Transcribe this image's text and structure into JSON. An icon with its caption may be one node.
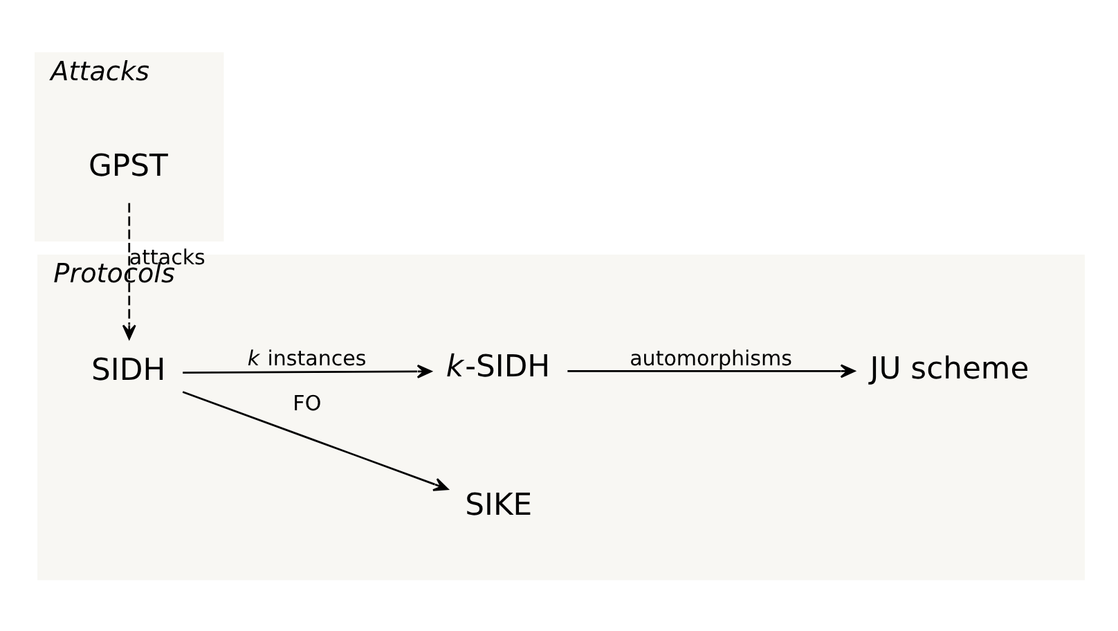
{
  "diagram": {
    "nodes": [
      {
        "text": [
          "Protocols"
        ]
      },
      {
        "text": [
          "SIDH"
        ],
        "in": 0
      },
      {
        "text": [
          "SIKE"
        ],
        "in": 0
      },
      {
        "text": [
          "*k*-SIDH"
        ],
        "in": 0
      },
      {
        "text": [
          "JU scheme"
        ],
        "in": 0
      },
      {
        "text": [
          "Attacks"
        ]
      },
      {
        "text": [
          "GPST"
        ],
        "in": 5
      }
    ],
    "edges": [
      {
        "from": 1,
        "to": 2,
        "arrow": "to",
        "label": "FO"
      },
      {
        "from": 1,
        "to": 3,
        "arrow": "to",
        "label": "*k* instances"
      },
      {
        "from": 3,
        "to": 4,
        "arrow": "to",
        "label": "automorphisms"
      },
      {
        "from": 6,
        "to": 1,
        "arrow": "to",
        "label": "attacks",
        "style": "dashed"
      }
    ]
  }
}
